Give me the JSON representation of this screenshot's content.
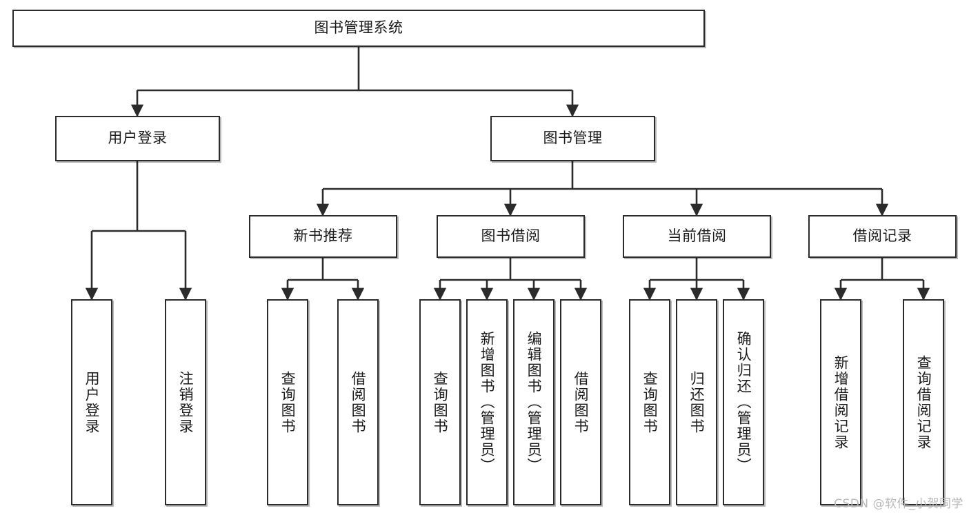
{
  "diagram": {
    "type": "tree",
    "title": "图书管理系统",
    "background_color": "#ffffff",
    "line_color": "#2b2b2b",
    "box_border_color": "#2b2b2b",
    "text_color": "#1a1a1a"
  },
  "root": {
    "label": "图书管理系统"
  },
  "level2": [
    {
      "label": "用户登录"
    },
    {
      "label": "图书管理"
    }
  ],
  "level3": [
    {
      "label": "新书推荐"
    },
    {
      "label": "图书借阅"
    },
    {
      "label": "当前借阅"
    },
    {
      "label": "借阅记录"
    }
  ],
  "leaves": {
    "user_login": [
      {
        "label": "用户登录"
      },
      {
        "label": "注销登录"
      }
    ],
    "new_book_recommend": [
      {
        "label": "查询图书"
      },
      {
        "label": "借阅图书"
      }
    ],
    "book_borrow": [
      {
        "label": "查询图书"
      },
      {
        "label": "新增图书（管理员）"
      },
      {
        "label": "编辑图书（管理员）"
      },
      {
        "label": "借阅图书"
      }
    ],
    "current_borrow": [
      {
        "label": "查询图书"
      },
      {
        "label": "归还图书"
      },
      {
        "label": "确认归还（管理员）"
      }
    ],
    "borrow_record": [
      {
        "label": "新增借阅记录"
      },
      {
        "label": "查询借阅记录"
      }
    ]
  },
  "watermark": {
    "text": "CSDN @软件_小贺同学"
  }
}
